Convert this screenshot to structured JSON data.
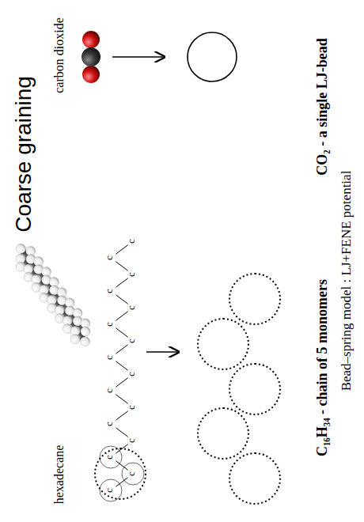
{
  "diagram": {
    "title": "Coarse graining",
    "labels": [
      "hexadecane",
      "carbon dioxide",
      "c",
      "c",
      "c",
      "c",
      "c",
      "c",
      "c",
      "c",
      "c",
      "c",
      "c",
      "c",
      "c",
      "c",
      "c",
      "c",
      "C₁₆H₃₄ - chain of 5 monomers",
      "CO₂ - a single LJ-bead",
      "Bead–spring model : LJ+FENE potential"
    ]
  }
}
